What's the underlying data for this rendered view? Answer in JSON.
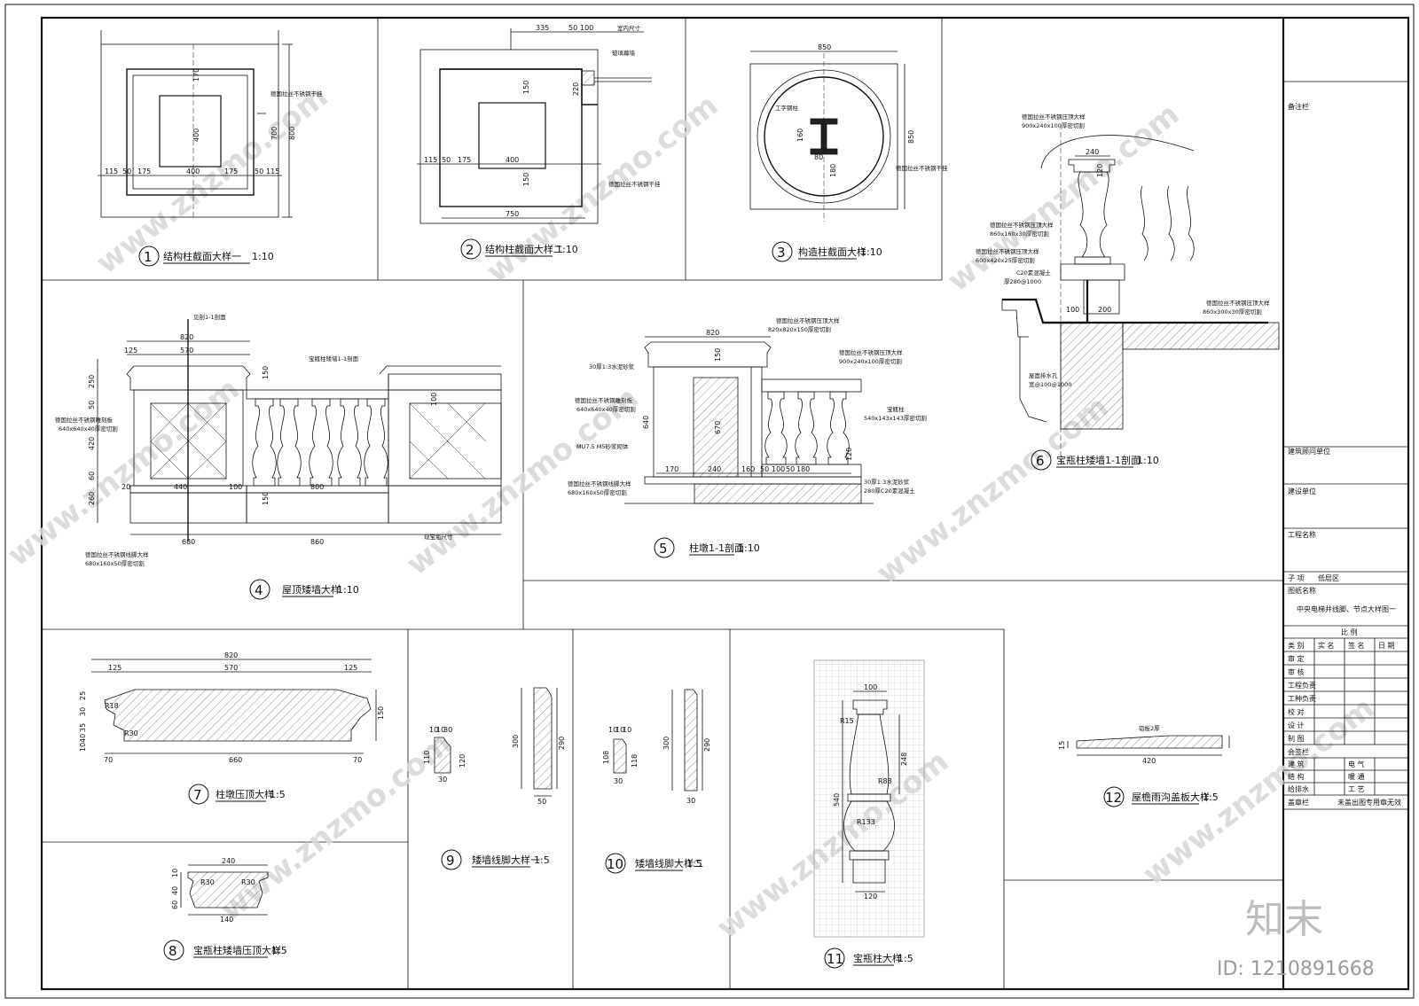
{
  "watermark": "www.znzmo.com",
  "brand": {
    "logo": "知末",
    "id": "ID: 1210891668"
  },
  "details": [
    {
      "num": "1",
      "title": "结构柱截面大样一",
      "scale": "1:10"
    },
    {
      "num": "2",
      "title": "结构柱截面大样二",
      "scale": "1:10"
    },
    {
      "num": "3",
      "title": "构造柱截面大样",
      "scale": "1:10"
    },
    {
      "num": "4",
      "title": "屋顶矮墙大样",
      "scale": "1:10"
    },
    {
      "num": "5",
      "title": "柱墩1-1剖面",
      "scale": "1:10"
    },
    {
      "num": "6",
      "title": "宝瓶柱矮墙1-1剖面",
      "scale": "1:10"
    },
    {
      "num": "7",
      "title": "柱墩压顶大样",
      "scale": "1:5"
    },
    {
      "num": "8",
      "title": "宝瓶柱矮墙压顶大样",
      "scale": "1:5"
    },
    {
      "num": "9",
      "title": "矮墙线脚大样一",
      "scale": "1:5"
    },
    {
      "num": "10",
      "title": "矮墙线脚大样二",
      "scale": "1:5"
    },
    {
      "num": "11",
      "title": "宝瓶柱大样",
      "scale": "1:5"
    },
    {
      "num": "12",
      "title": "屋檐雨沟盖板大样",
      "scale": "1:5"
    }
  ],
  "dims": {
    "d1": [
      "115",
      "50",
      "175",
      "400",
      "175",
      "50",
      "115",
      "170",
      "400",
      "700",
      "800"
    ],
    "d2": [
      "335",
      "50",
      "100",
      "150",
      "220",
      "175",
      "400",
      "750",
      "115",
      "50",
      "150"
    ],
    "d3": [
      "850",
      "160",
      "180",
      "80",
      "850"
    ],
    "d4": [
      "820",
      "125",
      "570",
      "250",
      "150",
      "420",
      "260",
      "680",
      "860",
      "440",
      "100",
      "800",
      "20",
      "50",
      "60",
      "100",
      "150"
    ],
    "d5": [
      "820",
      "150",
      "640",
      "670",
      "170",
      "240",
      "160",
      "50",
      "100",
      "50",
      "180",
      "120"
    ],
    "d6": [
      "240",
      "120",
      "100",
      "200"
    ],
    "d7": [
      "820",
      "125",
      "570",
      "125",
      "150",
      "660",
      "70",
      "70",
      "R18",
      "R30",
      "10",
      "25",
      "30",
      "35",
      "40"
    ],
    "d8": [
      "240",
      "R30",
      "R30",
      "140",
      "10",
      "40",
      "60"
    ],
    "d9": [
      "10",
      "10",
      "30",
      "110",
      "120",
      "300",
      "290",
      "50",
      "30"
    ],
    "d10": [
      "10",
      "10",
      "10",
      "108",
      "118",
      "300",
      "290",
      "30",
      "30"
    ],
    "d11": [
      "100",
      "R15",
      "540",
      "120",
      "R133",
      "248",
      "R88"
    ],
    "d12": [
      "420",
      "15"
    ]
  },
  "notes": {
    "d1": "德国拉丝不锈钢干挂",
    "d2a": "玻璃幕墙",
    "d2b": "德国拉丝不锈钢干挂",
    "d2c": "室内尺寸",
    "d3a": "工字钢柱",
    "d3b": "德国拉丝不锈钢干挂",
    "d4a": "见剖1-1剖面",
    "d4b": "宝瓶柱矮墙1-1剖面",
    "d4c": "德国拉丝不锈钢雕刻板",
    "d4d": "640x640x40厚密切割",
    "d4e": "德国拉丝不锈钢线脚大样",
    "d4f": "680x160x50厚密切割",
    "d4g": "现宝瓶尺寸",
    "d5a": "德国拉丝不锈钢压顶大样",
    "d5b": "820x820x150厚密切割",
    "d5c": "30厚1:3水泥砂浆",
    "d5d": "德国拉丝不锈钢雕刻板",
    "d5e": "640x640x40厚密切割",
    "d5f": "MU7.5 M5砂浆砌体",
    "d5g": "德国拉丝不锈钢线脚大样",
    "d5h": "680x160x50厚密切割",
    "d5i": "德国拉丝不锈钢压顶大样",
    "d5j": "900x240x100厚密切割",
    "d5k": "宝瓶柱",
    "d5l": "540x143x143厚密切割",
    "d5m": "30厚1:3水泥砂浆",
    "d5n": "280厚C20素混凝土",
    "d6a": "德国拉丝不锈钢压顶大样",
    "d6b": "900x240x100厚密切割",
    "d6c": "德国拉丝不锈钢压顶大样",
    "d6d": "860x160x30厚密切割",
    "d6e": "德国拉丝不锈钢压顶大样",
    "d6f": "600x420x25厚密切割",
    "d6g": "C20素混凝土",
    "d6h": "厚280@1000",
    "d6i": "德国拉丝不锈钢压顶大样",
    "d6j": "860x300x30厚密切割",
    "d6k": "屋面排水孔",
    "d6l": "宽@100@1000",
    "d12": "铝板2厚"
  },
  "titleblock": {
    "remarks": "备注栏",
    "consultant": "建筑顾问单位",
    "builder": "建设单位",
    "project": "工程名称",
    "subitem_label": "子 项",
    "subitem_value": "低层区",
    "drawing_label": "图纸名称",
    "drawing_value": "中央电梯井线脚、节点大样图一",
    "scale_label": "比 例",
    "header": [
      "类 别",
      "实 名",
      "签 名",
      "日 期"
    ],
    "rows": [
      "审 定",
      "审 核",
      "工程负责",
      "工种负责",
      "校 对",
      "设 计",
      "制 图"
    ],
    "sign_label": "会签栏",
    "disciplines": [
      [
        "建 筑",
        "电 气"
      ],
      [
        "结 构",
        "暖 通"
      ],
      [
        "给排水",
        "工 艺"
      ]
    ],
    "stamp_label": "盖章栏",
    "stamp_note": "未盖出图专用章无效"
  }
}
